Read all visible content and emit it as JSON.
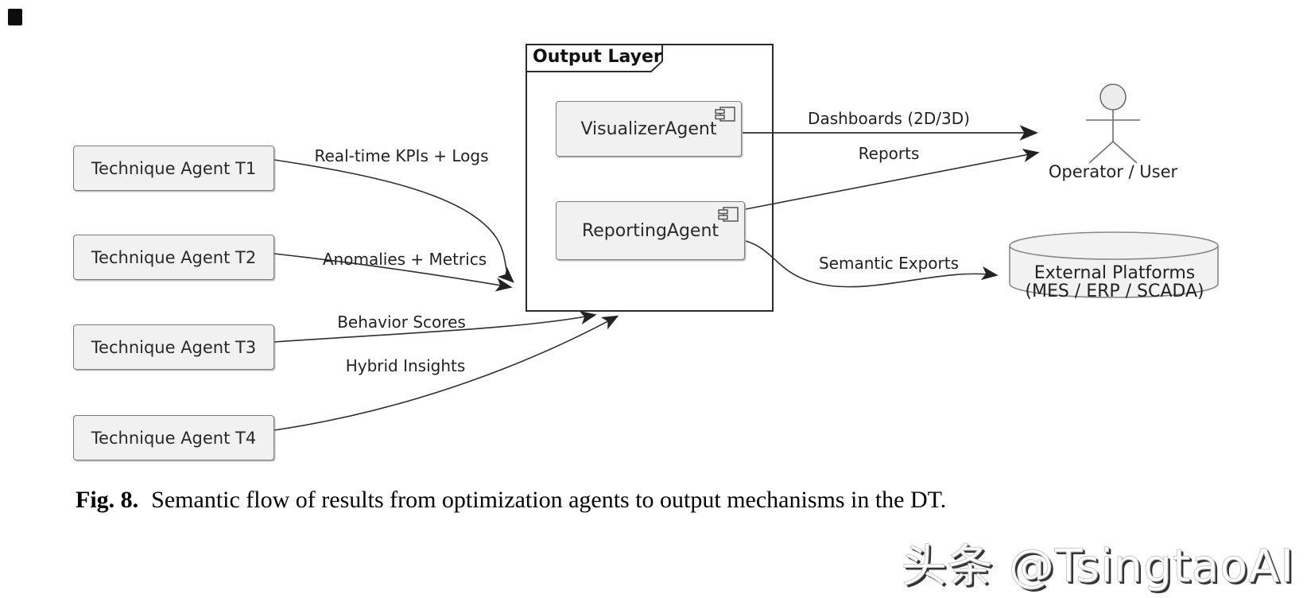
{
  "figure": {
    "type": "uml-component-diagram",
    "nodes": {
      "technique_agents": [
        {
          "id": "T1",
          "label": "Technique Agent T1"
        },
        {
          "id": "T2",
          "label": "Technique Agent T2"
        },
        {
          "id": "T3",
          "label": "Technique Agent T3"
        },
        {
          "id": "T4",
          "label": "Technique Agent T4"
        }
      ],
      "output_layer": {
        "title": "Output Layer",
        "components": [
          {
            "label": "VisualizerAgent"
          },
          {
            "label": "ReportingAgent"
          }
        ]
      },
      "actor": {
        "label": "Operator / User"
      },
      "database": {
        "label_line1": "External Platforms",
        "label_line2": "(MES / ERP / SCADA)"
      }
    },
    "edges": [
      {
        "from": "Technique Agent T1",
        "to": "Output Layer",
        "label": "Real-time KPIs + Logs"
      },
      {
        "from": "Technique Agent T2",
        "to": "Output Layer",
        "label": "Anomalies + Metrics"
      },
      {
        "from": "Technique Agent T3",
        "to": "Output Layer",
        "label": "Behavior Scores"
      },
      {
        "from": "Technique Agent T4",
        "to": "Output Layer",
        "label": "Hybrid Insights"
      },
      {
        "from": "VisualizerAgent",
        "to": "Operator / User",
        "label": "Dashboards (2D/3D)"
      },
      {
        "from": "ReportingAgent",
        "to": "Operator / User",
        "label": "Reports"
      },
      {
        "from": "ReportingAgent",
        "to": "External Platforms",
        "label": "Semantic Exports"
      }
    ]
  },
  "caption": {
    "tag": "Fig. 8.",
    "text": "Semantic flow of results from optimization agents to output mechanisms in the DT."
  },
  "watermark": {
    "text": "头条 @TsingtaoAI"
  },
  "colors": {
    "node_fill": "#f1f1f1",
    "node_border": "#7d7d7d",
    "line": "#2f2f2f",
    "frame_border": "#2b2b2b",
    "background": "#ffffff"
  }
}
